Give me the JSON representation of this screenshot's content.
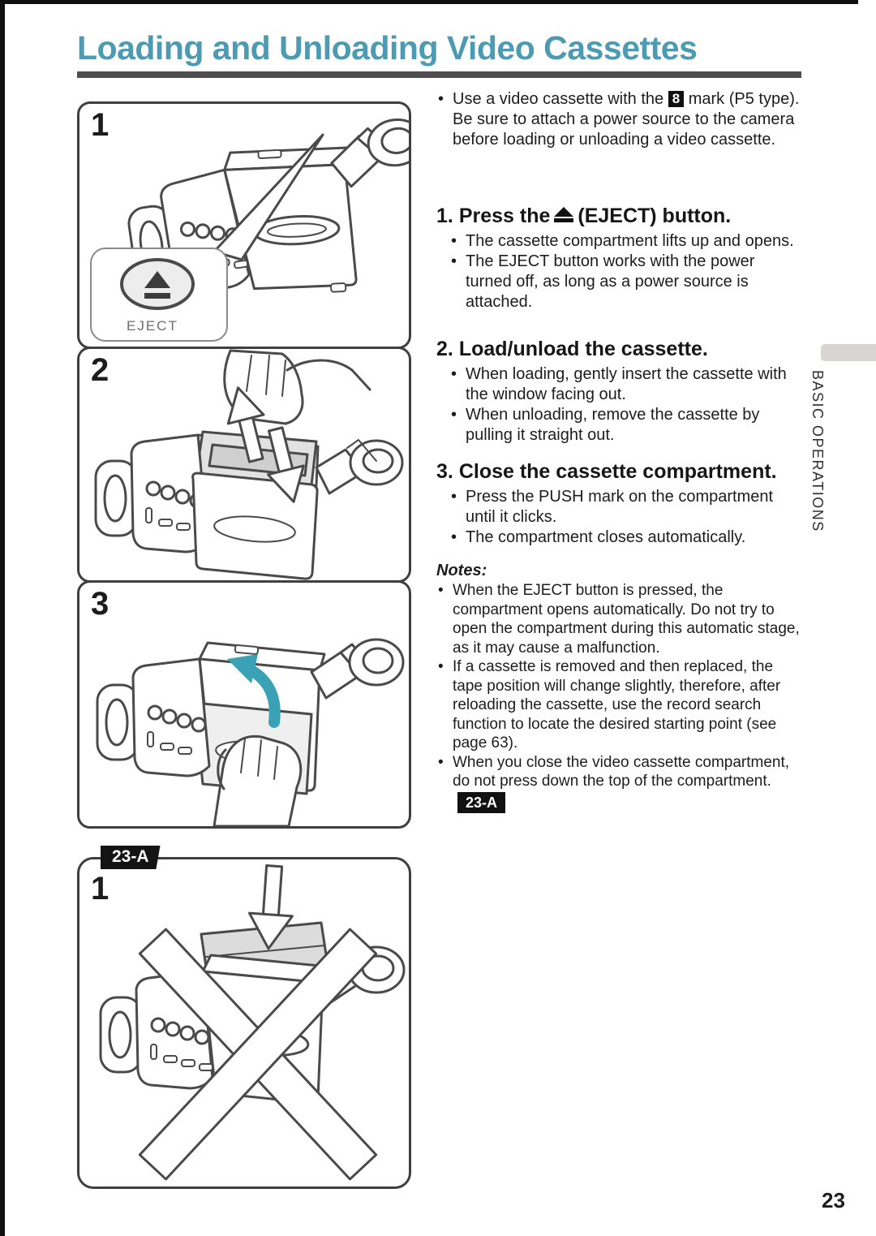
{
  "page": {
    "title": "Loading and Unloading Video Cassettes",
    "page_number": "23",
    "side_tab_label": "BASIC OPERATIONS"
  },
  "figures": {
    "fig1": {
      "number": "1",
      "eject_button_label": "EJECT"
    },
    "fig2": {
      "number": "2"
    },
    "fig3": {
      "number": "3"
    },
    "fig4": {
      "number": "1",
      "tag": "23-A"
    }
  },
  "intro": {
    "pre": "Use a video cassette with the ",
    "badge": "8",
    "post": " mark (P5 type). Be sure to attach a power source to the camera before loading or unloading a video cassette."
  },
  "steps": [
    {
      "num": "1.",
      "title_pre": "Press the",
      "title_post": "(EJECT) button.",
      "bullets": [
        "The cassette compartment lifts up and opens.",
        "The EJECT button works with the power turned off, as long as a power source is attached."
      ]
    },
    {
      "num": "2.",
      "title": "Load/unload the cassette.",
      "bullets": [
        "When loading, gently insert the cassette with the window facing out.",
        "When unloading, remove the cassette by pulling it straight out."
      ]
    },
    {
      "num": "3.",
      "title": "Close the cassette compartment.",
      "bullets": [
        "Press the PUSH mark on the compartment until it clicks.",
        "The compartment closes automatically."
      ]
    }
  ],
  "notes": {
    "heading": "Notes:",
    "items": [
      "When the EJECT button is pressed, the compartment opens automatically. Do not try to open the compartment during this automatic stage, as it may cause a malfunction.",
      "If a cassette is removed and then replaced, the tape position will change slightly, therefore, after reloading the cassette, use the record search function to locate the desired starting point (see page 63).",
      {
        "text": "When you close the video cassette compartment, do not press down the top of the compartment.",
        "badge": "23-A"
      }
    ]
  },
  "colors": {
    "accent_title": "#4d9ab3",
    "arrow_teal": "#3ba1b4",
    "cross_gray": "#6e6e6e",
    "tag_black": "#141414"
  }
}
